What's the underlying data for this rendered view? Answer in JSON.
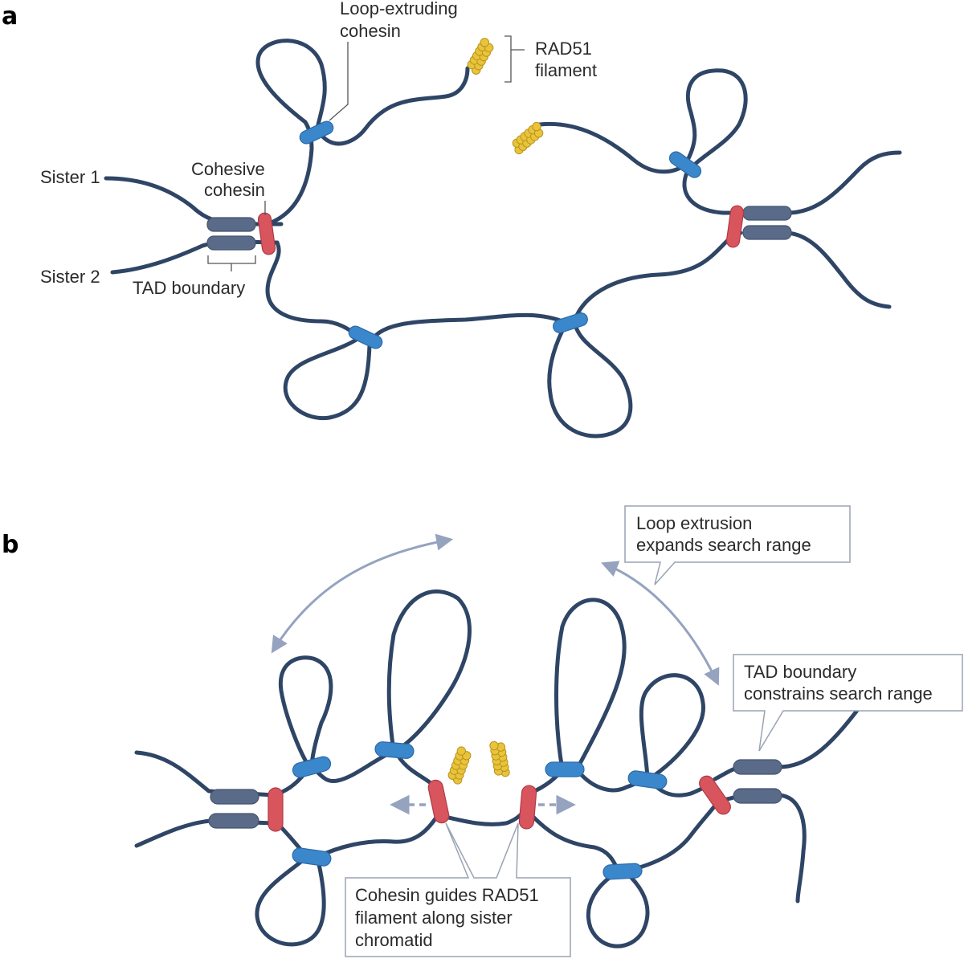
{
  "panels": {
    "a": {
      "panel_label": "a",
      "sister1": "Sister 1",
      "sister2": "Sister 2",
      "cohesive_cohesin": [
        "Cohesive",
        "cohesin"
      ],
      "loop_extruding_cohesin": [
        "Loop-extruding",
        "cohesin"
      ],
      "rad51_filament": [
        "RAD51",
        "filament"
      ],
      "tad_boundary": "TAD boundary"
    },
    "b": {
      "panel_label": "b",
      "loop_extrusion_callout": [
        "Loop extrusion",
        "expands search range"
      ],
      "tad_callout": [
        "TAD boundary",
        "constrains search range"
      ],
      "cohesin_guides_callout": [
        "Cohesin guides RAD51",
        "filament along sister",
        "chromatid"
      ]
    }
  },
  "colors": {
    "chromatin": "#2f4566",
    "loop_cohesin": "#3b87cc",
    "cohesive_cohesin": "#d9555e",
    "tad_boundary": "#596b88",
    "rad51": "#e9c43a",
    "arrow": "#95a3bf"
  }
}
